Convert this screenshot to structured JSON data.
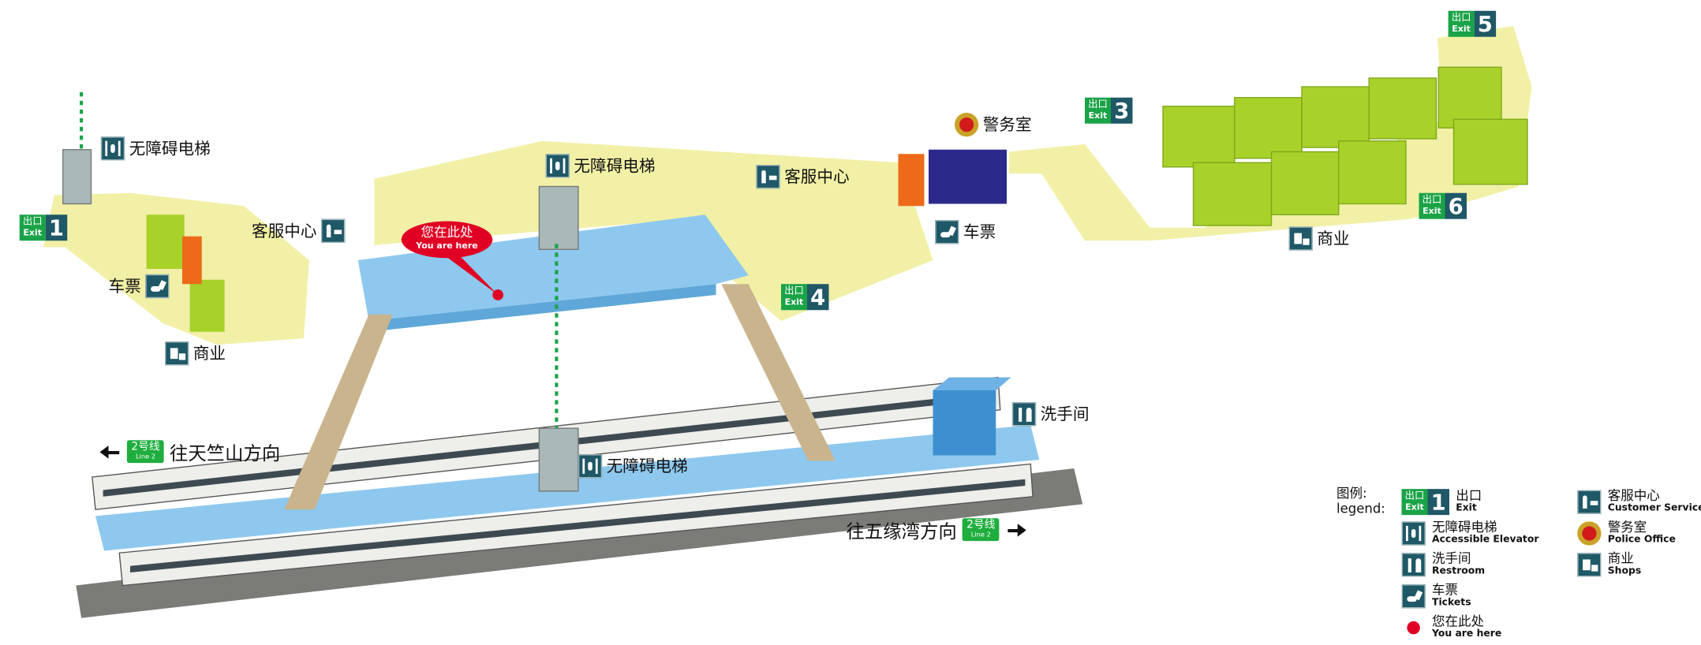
{
  "exits": [
    {
      "cn": "出口",
      "en": "Exit",
      "num": "1"
    },
    {
      "cn": "出口",
      "en": "Exit",
      "num": "3"
    },
    {
      "cn": "出口",
      "en": "Exit",
      "num": "4"
    },
    {
      "cn": "出口",
      "en": "Exit",
      "num": "5"
    },
    {
      "cn": "出口",
      "en": "Exit",
      "num": "6"
    }
  ],
  "labels": {
    "elevator": "无障碍电梯",
    "service": "客服中心",
    "tickets": "车票",
    "shops": "商业",
    "police": "警务室",
    "restroom": "洗手间"
  },
  "you_are_here": {
    "cn": "您在此处",
    "en": "You are here"
  },
  "directions": {
    "left": {
      "text": "往天竺山方向",
      "line_cn": "2号线",
      "line_en": "Line 2"
    },
    "right": {
      "text": "往五缘湾方向",
      "line_cn": "2号线",
      "line_en": "Line 2"
    }
  },
  "legend": {
    "title_cn": "图例:",
    "title_en": "legend:",
    "items": [
      {
        "cn": "出口",
        "en": "Exit",
        "icon": "exit-sign"
      },
      {
        "cn": "无障碍电梯",
        "en": "Accessible Elevator",
        "icon": "accessible-elevator-icon"
      },
      {
        "cn": "洗手间",
        "en": "Restroom",
        "icon": "restroom-icon"
      },
      {
        "cn": "车票",
        "en": "Tickets",
        "icon": "ticket-icon"
      },
      {
        "cn": "您在此处",
        "en": "You are here",
        "icon": "red-dot"
      },
      {
        "cn": "客服中心",
        "en": "Customer Service Center",
        "icon": "service-center-icon"
      },
      {
        "cn": "警务室",
        "en": "Police Office",
        "icon": "police-emblem-icon"
      },
      {
        "cn": "商业",
        "en": "Shops",
        "icon": "shops-icon"
      }
    ],
    "exit_num": "1",
    "exit_cn": "出口",
    "exit_en": "Exit"
  },
  "colors": {
    "floor": "#f1f0a6",
    "concourse": "#8ec8ee",
    "shop": "#a8d12a",
    "ticket": "#ec6a1a",
    "police": "#2b2a8a",
    "sign": "#1f5866",
    "exit_green": "#1aa347",
    "here": "#e00024"
  }
}
